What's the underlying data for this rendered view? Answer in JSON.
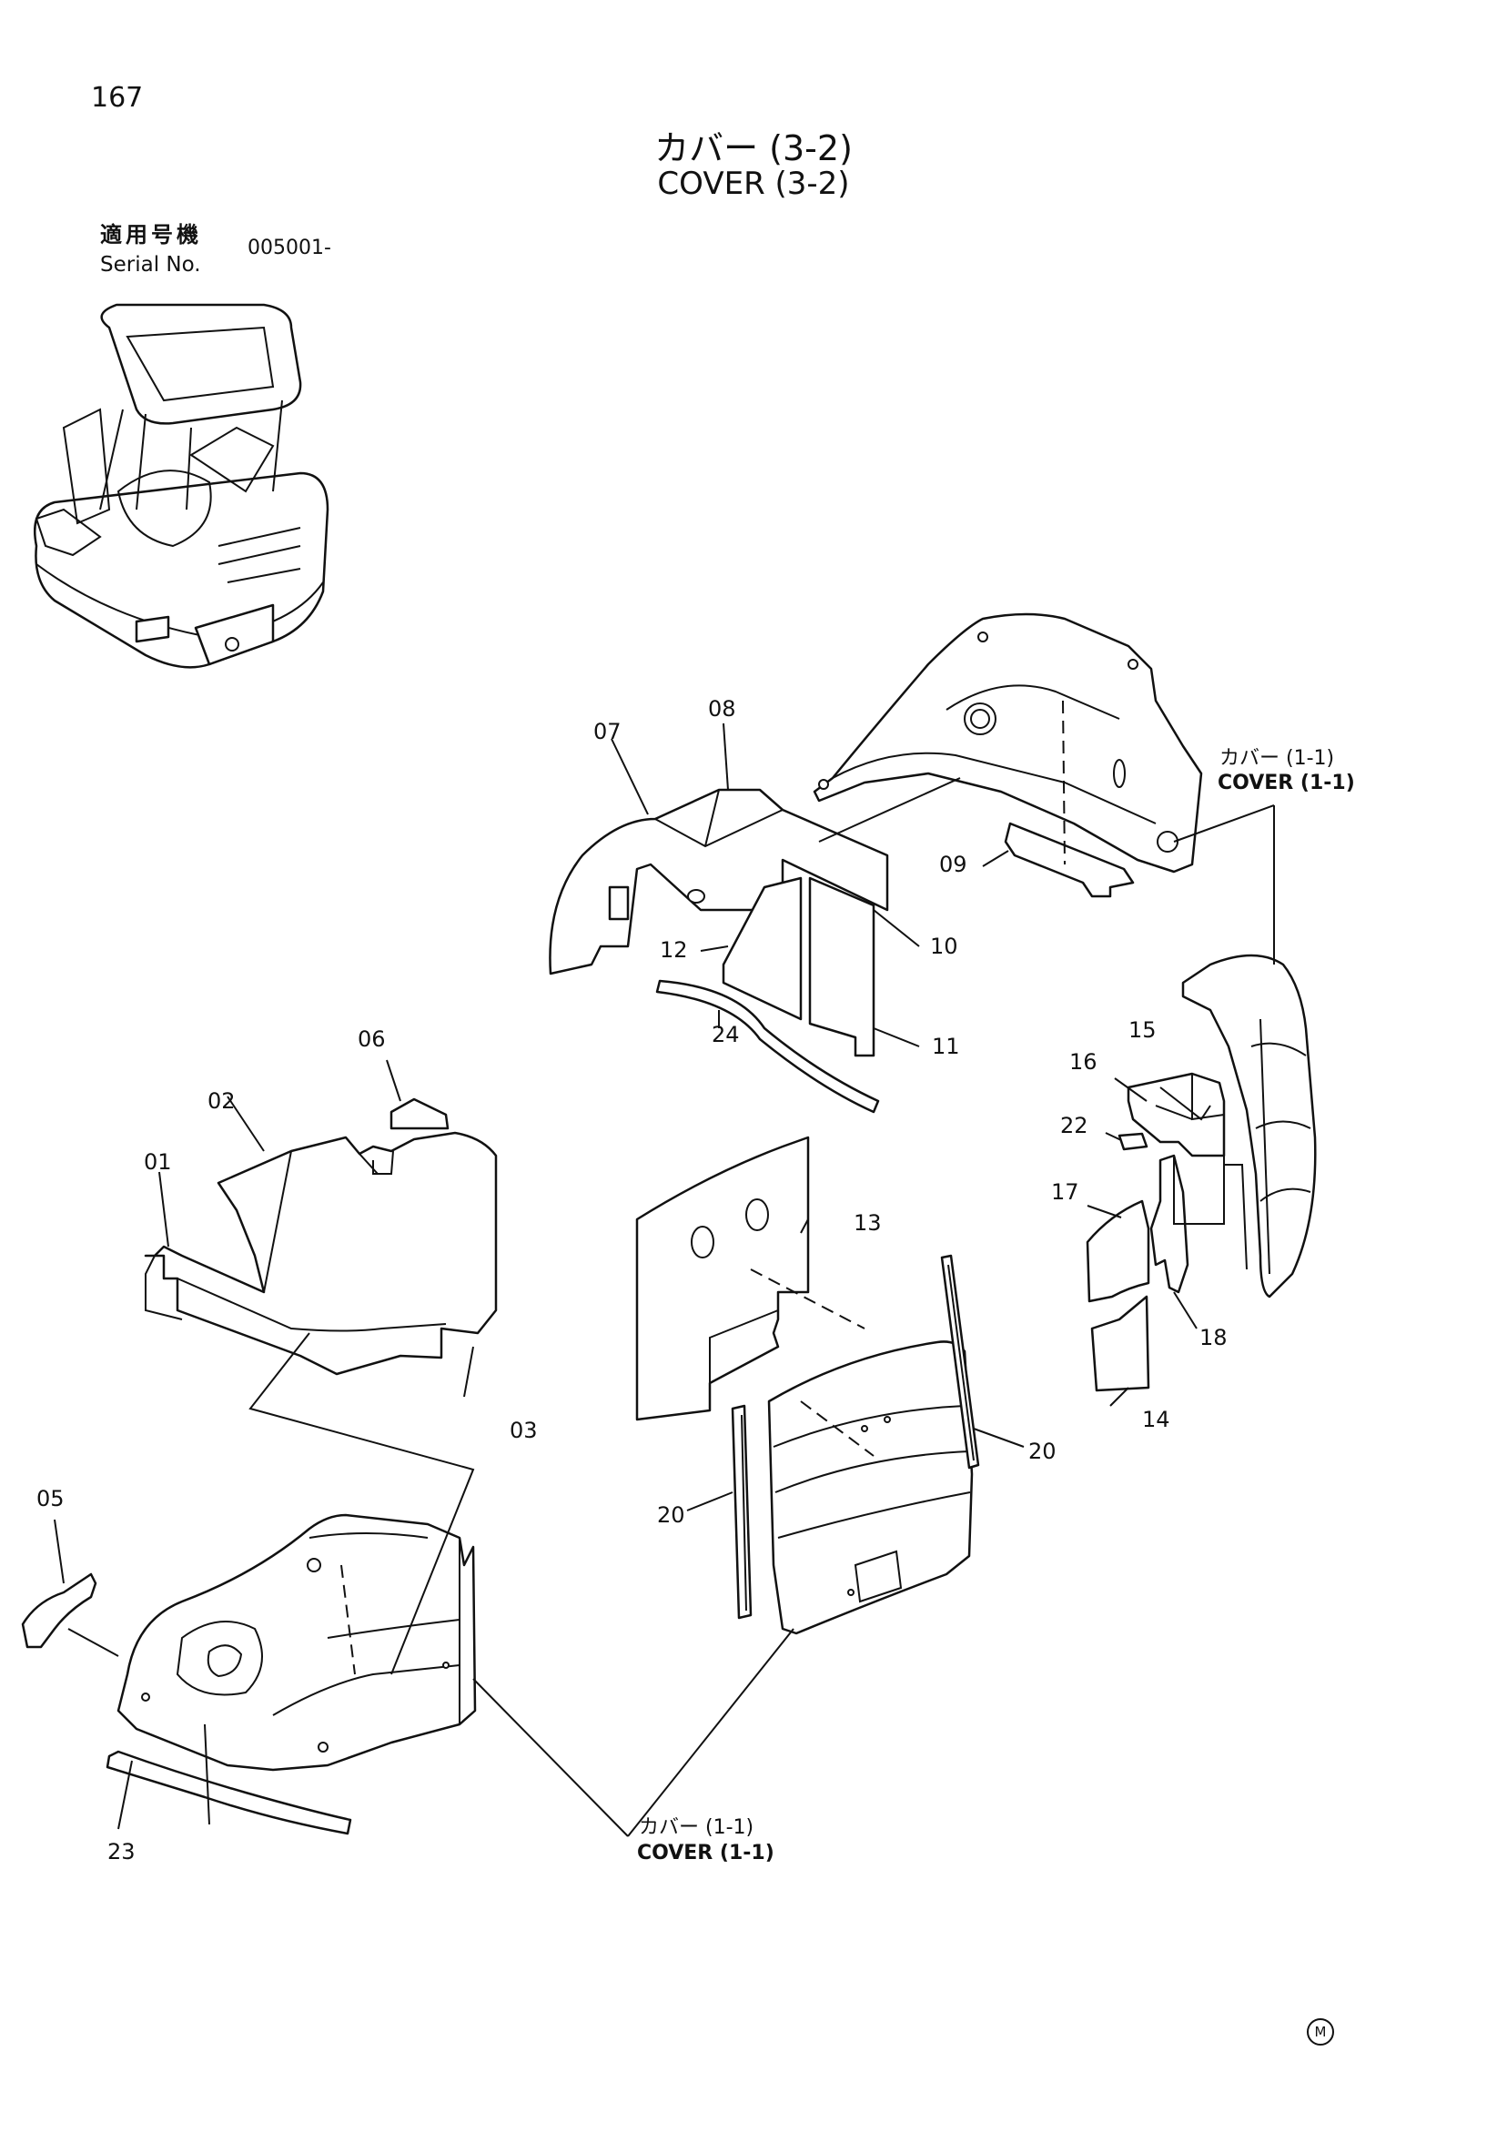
{
  "header": {
    "page_number": "167",
    "title_jp": "カバー (3-2)",
    "title_en": "COVER (3-2)"
  },
  "serial": {
    "label_jp": "適用号機",
    "label_en": "Serial No.",
    "value": "005001-"
  },
  "callouts": [
    {
      "id": "c01",
      "text": "01"
    },
    {
      "id": "c02",
      "text": "02"
    },
    {
      "id": "c03",
      "text": "03"
    },
    {
      "id": "c05",
      "text": "05"
    },
    {
      "id": "c06",
      "text": "06"
    },
    {
      "id": "c07",
      "text": "07"
    },
    {
      "id": "c08",
      "text": "08"
    },
    {
      "id": "c09",
      "text": "09"
    },
    {
      "id": "c10",
      "text": "10"
    },
    {
      "id": "c11",
      "text": "11"
    },
    {
      "id": "c12",
      "text": "12"
    },
    {
      "id": "c13",
      "text": "13"
    },
    {
      "id": "c14",
      "text": "14"
    },
    {
      "id": "c15",
      "text": "15"
    },
    {
      "id": "c16",
      "text": "16"
    },
    {
      "id": "c17",
      "text": "17"
    },
    {
      "id": "c18",
      "text": "18"
    },
    {
      "id": "c20a",
      "text": "20"
    },
    {
      "id": "c20b",
      "text": "20"
    },
    {
      "id": "c22",
      "text": "22"
    },
    {
      "id": "c23",
      "text": "23"
    },
    {
      "id": "c24",
      "text": "24"
    }
  ],
  "references": {
    "right": {
      "jp": "カバー (1-1)",
      "en": "COVER (1-1)"
    },
    "bottom": {
      "jp": "カバー (1-1)",
      "en": "COVER (1-1)"
    }
  },
  "footer_mark": "M"
}
